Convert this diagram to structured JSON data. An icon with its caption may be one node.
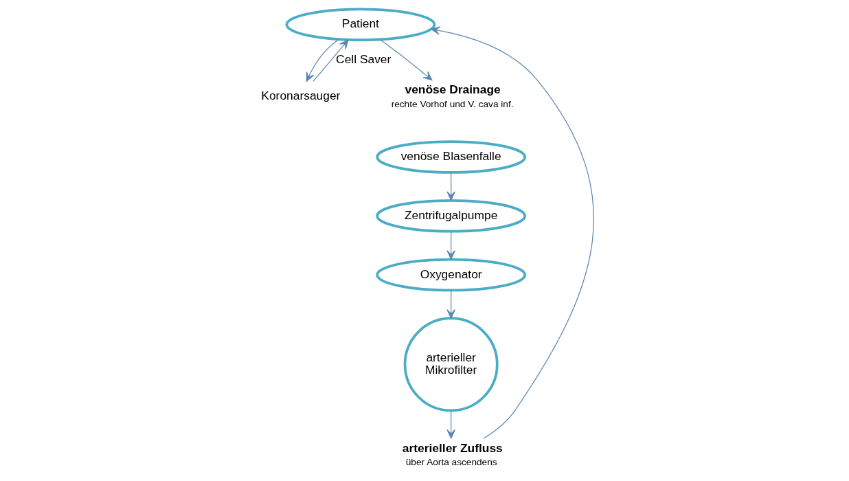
{
  "diagram": {
    "nodes": [
      {
        "text": [
          "Patient"
        ]
      },
      {
        "text": [
          "Koronarsauger"
        ]
      },
      {
        "text": [
          "venöse Drainage",
          "rechte Vorhof und V. cava inf."
        ]
      },
      {
        "text": [
          "venöse Blasenfalle"
        ]
      },
      {
        "text": [
          "Zentrifugalpumpe"
        ]
      },
      {
        "text": [
          "Oxygenator"
        ]
      },
      {
        "text": [
          "arterieller Mikrofilter"
        ]
      },
      {
        "text": [
          "arterieller Zufluss",
          "über Aorta ascendens"
        ]
      }
    ],
    "edges": [
      {
        "from": 0,
        "to": 1,
        "arrow": "to"
      },
      {
        "from": 1,
        "to": 0,
        "arrow": "to",
        "label": "Cell Saver"
      },
      {
        "from": 0,
        "to": 2,
        "arrow": "to"
      },
      {
        "from": 3,
        "to": 4,
        "arrow": "to"
      },
      {
        "from": 4,
        "to": 5,
        "arrow": "to"
      },
      {
        "from": 5,
        "to": 6,
        "arrow": "to"
      },
      {
        "from": 6,
        "to": 7,
        "arrow": "to"
      },
      {
        "from": 7,
        "to": 0,
        "arrow": "to"
      }
    ]
  }
}
